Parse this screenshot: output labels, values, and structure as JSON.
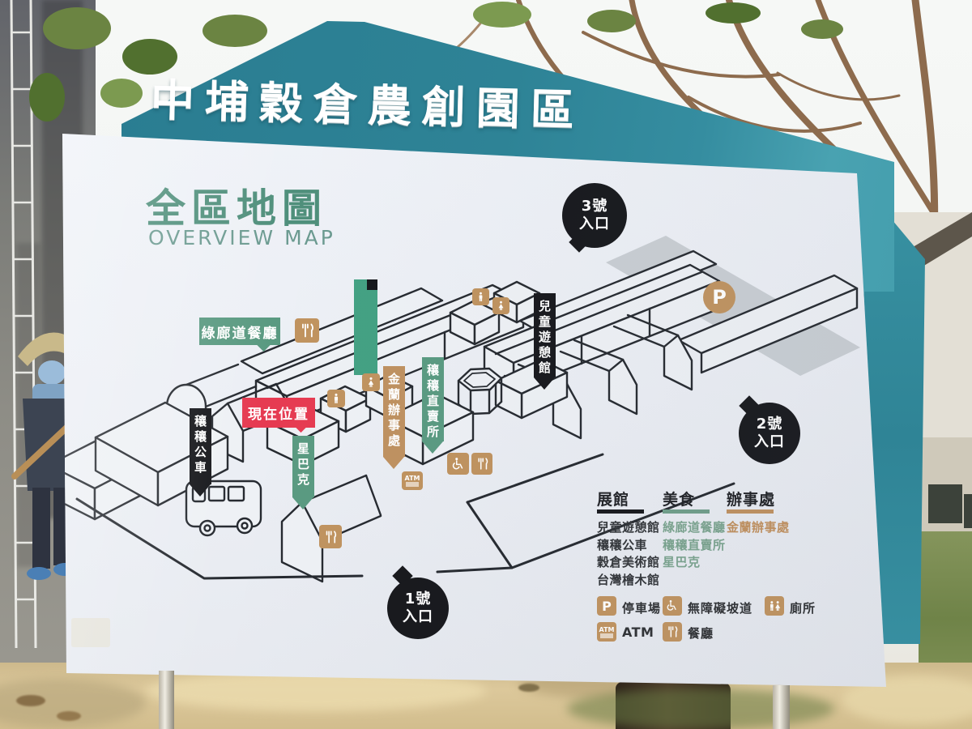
{
  "sign": {
    "header_title": "中埔穀倉農創園區",
    "title": "全區地圖",
    "subtitle": "OVERVIEW MAP"
  },
  "map": {
    "labels": {
      "green_corridor_restaurant": "綠廊道餐廳",
      "current_location": "現在位置",
      "rangrang_bus": "穰穰公車",
      "starbucks": "星巴克",
      "jinlan_office": "金蘭辦事處",
      "rangrang_market": "穰穰直賣所",
      "children_recreation_hall": "兒童遊憩館"
    },
    "parking_letter": "P",
    "atm_text": "ATM",
    "entrances": {
      "no3": {
        "line1": "3號",
        "line2": "入口"
      },
      "no2": {
        "line1": "2號",
        "line2": "入口"
      },
      "no1": {
        "line1": "1號",
        "line2": "入口"
      }
    }
  },
  "legend": {
    "columns": [
      {
        "title": "展館",
        "items": [
          "兒童遊憩館",
          "穰穰公車",
          "穀倉美術館",
          "台灣檜木館"
        ]
      },
      {
        "title": "美食",
        "items": [
          "綠廊道餐廳",
          "穰穰直賣所",
          "星巴克"
        ]
      },
      {
        "title": "辦事處",
        "items": [
          "金蘭辦事處"
        ]
      }
    ],
    "facility_icons": [
      {
        "name": "parking",
        "label": "停車場"
      },
      {
        "name": "accessible-ramp",
        "label": "無障礙坡道"
      },
      {
        "name": "restroom",
        "label": "廁所"
      },
      {
        "name": "atm",
        "label": "ATM"
      },
      {
        "name": "restaurant",
        "label": "餐廳"
      }
    ]
  },
  "colors": {
    "header_teal": "#2f8598",
    "map_green": "#5a9a81",
    "tan_brown": "#bf9160",
    "location_red": "#e63b52",
    "badge_black": "#17181c",
    "parking_gray": "#c9ced3",
    "title_green": "#4f8f7b"
  }
}
